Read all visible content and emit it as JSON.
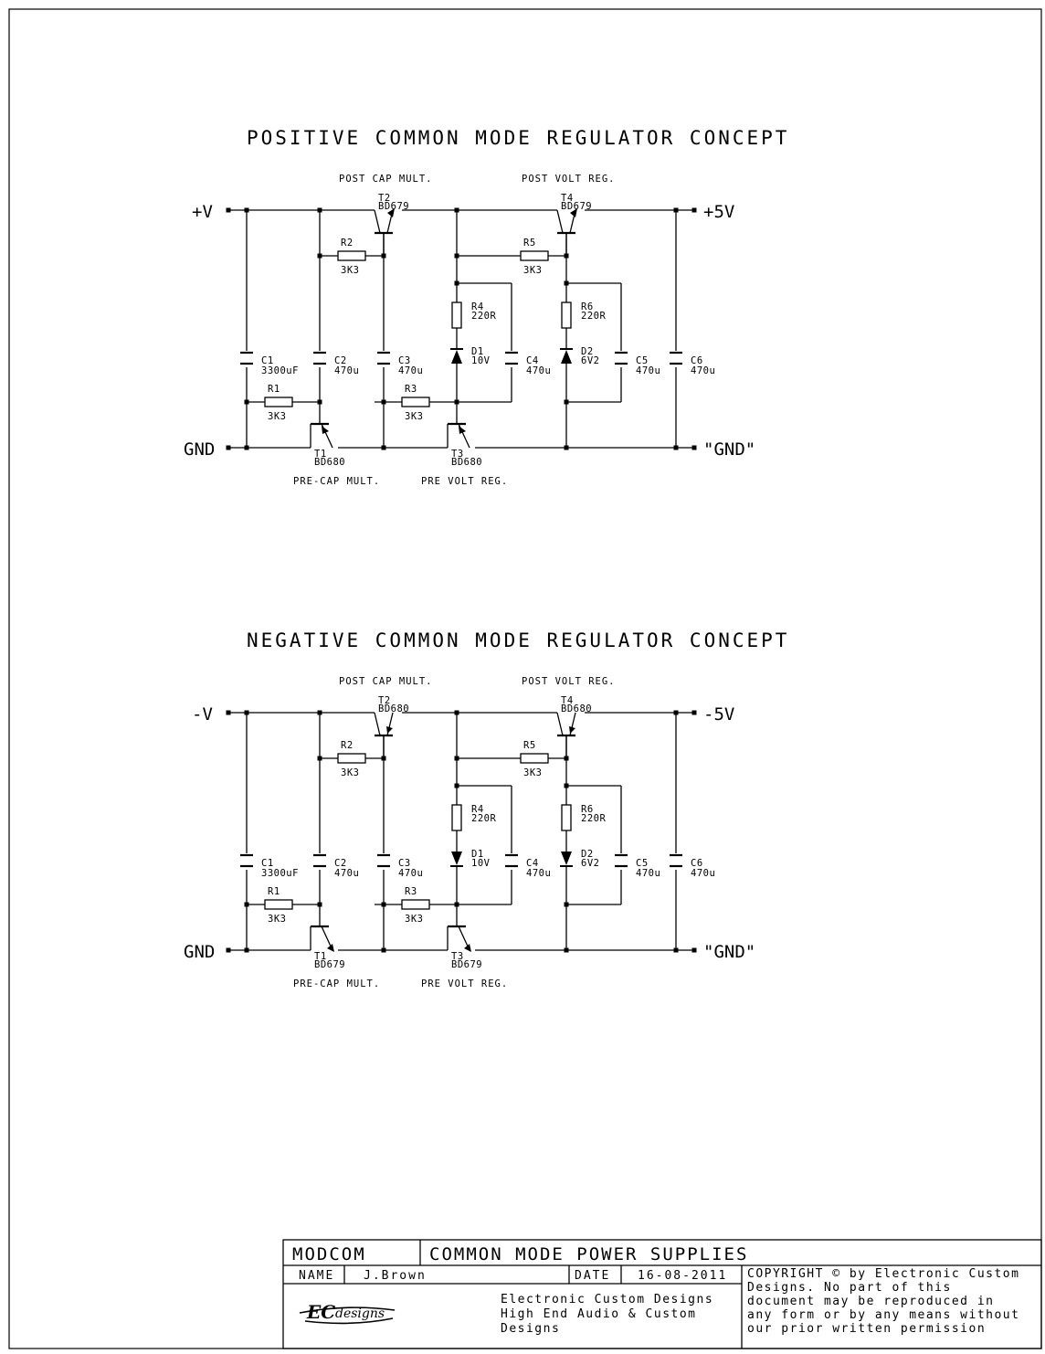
{
  "sections": [
    {
      "title": "POSITIVE COMMON MODE REGULATOR CONCEPT",
      "labels": {
        "post_cap": "POST CAP MULT.",
        "post_volt": "POST VOLT REG.",
        "pre_cap": "PRE-CAP MULT.",
        "pre_volt": "PRE VOLT REG."
      },
      "rails": {
        "in": "+V",
        "out": "+5V",
        "gnd": "GND",
        "gnd_out": "\"GND\""
      },
      "transistors": [
        {
          "ref": "T1",
          "type": "BD680"
        },
        {
          "ref": "T2",
          "type": "BD679"
        },
        {
          "ref": "T3",
          "type": "BD680"
        },
        {
          "ref": "T4",
          "type": "BD679"
        }
      ],
      "resistors": [
        {
          "ref": "R1",
          "value": "3K3"
        },
        {
          "ref": "R2",
          "value": "3K3"
        },
        {
          "ref": "R3",
          "value": "3K3"
        },
        {
          "ref": "R4",
          "value": "220R"
        },
        {
          "ref": "R5",
          "value": "3K3"
        },
        {
          "ref": "R6",
          "value": "220R"
        }
      ],
      "capacitors": [
        {
          "ref": "C1",
          "value": "3300uF"
        },
        {
          "ref": "C2",
          "value": "470u"
        },
        {
          "ref": "C3",
          "value": "470u"
        },
        {
          "ref": "C4",
          "value": "470u"
        },
        {
          "ref": "C5",
          "value": "470u"
        },
        {
          "ref": "C6",
          "value": "470u"
        }
      ],
      "diodes": [
        {
          "ref": "D1",
          "value": "10V"
        },
        {
          "ref": "D2",
          "value": "6V2"
        }
      ]
    },
    {
      "title": "NEGATIVE COMMON MODE REGULATOR CONCEPT",
      "labels": {
        "post_cap": "POST CAP MULT.",
        "post_volt": "POST VOLT REG.",
        "pre_cap": "PRE-CAP MULT.",
        "pre_volt": "PRE VOLT REG."
      },
      "rails": {
        "in": "-V",
        "out": "-5V",
        "gnd": "GND",
        "gnd_out": "\"GND\""
      },
      "transistors": [
        {
          "ref": "T1",
          "type": "BD679"
        },
        {
          "ref": "T2",
          "type": "BD680"
        },
        {
          "ref": "T3",
          "type": "BD679"
        },
        {
          "ref": "T4",
          "type": "BD680"
        }
      ],
      "resistors": [
        {
          "ref": "R1",
          "value": "3K3"
        },
        {
          "ref": "R2",
          "value": "3K3"
        },
        {
          "ref": "R3",
          "value": "3K3"
        },
        {
          "ref": "R4",
          "value": "220R"
        },
        {
          "ref": "R5",
          "value": "3K3"
        },
        {
          "ref": "R6",
          "value": "220R"
        }
      ],
      "capacitors": [
        {
          "ref": "C1",
          "value": "3300uF"
        },
        {
          "ref": "C2",
          "value": "470u"
        },
        {
          "ref": "C3",
          "value": "470u"
        },
        {
          "ref": "C4",
          "value": "470u"
        },
        {
          "ref": "C5",
          "value": "470u"
        },
        {
          "ref": "C6",
          "value": "470u"
        }
      ],
      "diodes": [
        {
          "ref": "D1",
          "value": "10V"
        },
        {
          "ref": "D2",
          "value": "6V2"
        }
      ]
    }
  ],
  "title_block": {
    "project": "MODCOM",
    "title": "COMMON MODE POWER SUPPLIES",
    "name_label": "NAME",
    "name_value": "J.Brown",
    "date_label": "DATE",
    "date_value": "16-08-2011",
    "company_lines": [
      "Electronic Custom Designs",
      "High End Audio  &  Custom",
      "Designs"
    ],
    "copyright_lines": [
      "COPYRIGHT © by Electronic Custom",
      "Designs. No part of this",
      "document may be reproduced in",
      "any form or by any means without",
      "our prior written permission"
    ],
    "logo_text": "ECdesigns"
  }
}
